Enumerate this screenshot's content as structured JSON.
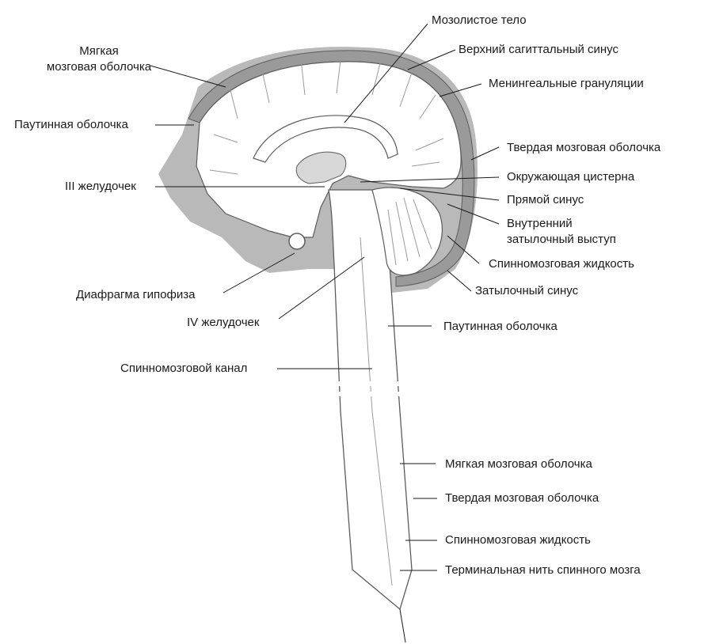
{
  "colors": {
    "dura": "#9a9a9a",
    "head_shadow": "#b9b9b9",
    "brain_fill": "#ffffff",
    "outline": "#5c5c5c",
    "line": "#1a1a1a"
  },
  "labels": {
    "pia_brain": [
      "Мягкая",
      "мозговая оболочка"
    ],
    "arachnoid_brain": "Паутинная оболочка",
    "third_ventricle": "III желудочек",
    "pituitary_diaphragm": "Диафрагма гипофиза",
    "fourth_ventricle": "IV желудочек",
    "spinal_canal": "Спинномозговой канал",
    "corpus_callosum": "Мозолистое тело",
    "superior_sagittal_sinus": "Верхний сагиттальный синус",
    "meningeal_granulations": "Менингеальные грануляции",
    "dura_brain": "Твердая мозговая оболочка",
    "ambient_cistern": "Окружающая цистерна",
    "straight_sinus": "Прямой синус",
    "internal_occipital": [
      "Внутренний",
      "затылочный выступ"
    ],
    "csf_brain": "Спинномозговая жидкость",
    "occipital_sinus": "Затылочный синус",
    "arachnoid_spinal": "Паутинная оболочка",
    "pia_spinal": "Мягкая мозговая оболочка",
    "dura_spinal": "Твердая мозговая оболочка",
    "csf_spinal": "Спинномозговая жидкость",
    "filum_terminale": "Терминальная нить спинного мозга"
  }
}
